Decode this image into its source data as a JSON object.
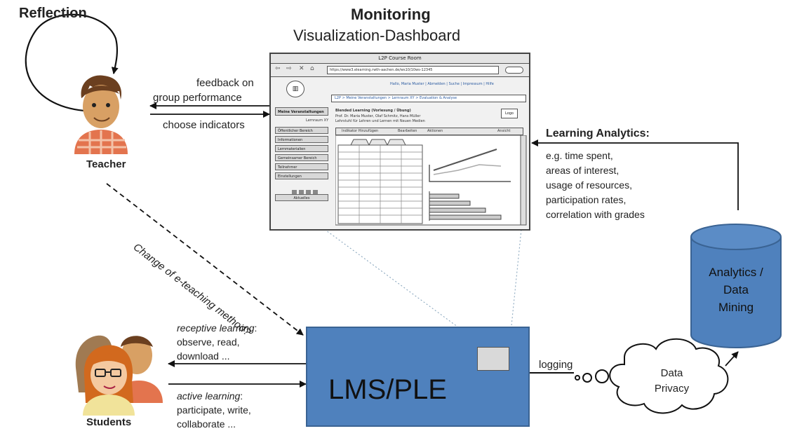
{
  "reflection": "Reflection",
  "monitoring": {
    "title": "Monitoring",
    "subtitle": "Visualization-Dashboard"
  },
  "teacher_label": "Teacher",
  "students_label": "Students",
  "feedback": {
    "line1": "feedback on",
    "line2": "group performance"
  },
  "choose_indicators": "choose indicators",
  "change_method": "Change of e-teaching method?",
  "learning_analytics": {
    "title": "Learning Analytics:",
    "items": [
      "e.g. time spent,",
      "areas of interest,",
      "usage of resources,",
      "participation rates,",
      "correlation with grades"
    ]
  },
  "analytics_db": {
    "line1": "Analytics /",
    "line2": "Data",
    "line3": "Mining"
  },
  "receptive": {
    "term": "receptive learning",
    "suffix": ":",
    "line2": "observe, read,",
    "line3": "download ..."
  },
  "active": {
    "term": "active learning",
    "suffix": ":",
    "line2": "participate, write,",
    "line3": "collaborate ..."
  },
  "lms_label": "LMS/PLE",
  "logging": "logging",
  "data_privacy": {
    "line1": "Data",
    "line2": "Privacy"
  },
  "mockup": {
    "window_title": "L2P Course Room",
    "url": "https://www3.elearning.rwth-aachen.de/ws10/10ws-12345",
    "top_links": "Hallo, Maria Muster  |  Abmelden  |  Suche  |  Impressum  |  Hilfe",
    "breadcrumb": "L2P > Meine Veranstaltungen > Lernraum XY > Evaluation & Analyse",
    "side_header": "Meine Veranstaltungen",
    "side_sub": "Lernraum XY",
    "side_items": [
      "Öffentlicher Bereich",
      "Informationen",
      "Lernmaterialien",
      "Gemeinsamer Bereich",
      "Teilnehmer",
      "Einstellungen"
    ],
    "side_button": "Aktuelles",
    "course_title": "Blended Learning (Vorlesung / Übung)",
    "course_line2": "Prof. Dr. Maria Muster, Olaf Schmitz, Hans Müller",
    "course_line3": "Lehrstuhl für Lehren und Lernen mit Neuen Medien",
    "logo_btn": "Logo",
    "toolbar": [
      "Indikator Hinzufügen",
      "Bearbeiten",
      "Aktionen",
      "Ansicht"
    ]
  }
}
